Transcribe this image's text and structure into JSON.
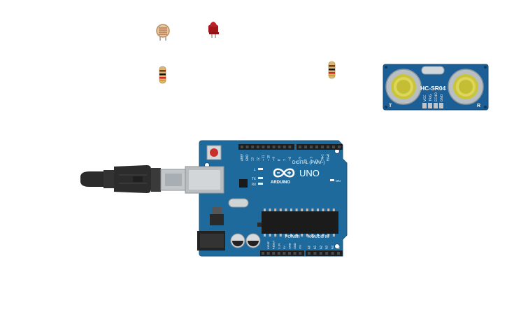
{
  "colors": {
    "wire": "#2fbf3f",
    "board": "#1f6a9c",
    "board_dark": "#17557f",
    "header": "#1e1e1e",
    "resistor": "#d9b77a",
    "led": "#b0191c",
    "sensor": "#1c5f96",
    "transducer": "#c9c43a"
  },
  "icons": {
    "usb_cable": "usb-b-cable-icon",
    "arduino_logo": "infinity-logo-icon"
  },
  "board": {
    "brand_text": "ARDUINO",
    "model_text": "UNO",
    "digital_label": "DIGITAL (PWM~)",
    "power_label": "POWER",
    "analog_label": "ANALOG IN",
    "on_label": "ON",
    "led_l_label": "L",
    "tx_label": "TX",
    "rx_label": "RX",
    "top_pins": [
      "AREF",
      "GND",
      "13",
      "12",
      "~11",
      "~10",
      "~9",
      "8",
      "7",
      "~6",
      "~5",
      "4",
      "~3",
      "2",
      "TX▸1",
      "RX◂0"
    ],
    "power_pins": [
      "IOREF",
      "RESET",
      "3.3V",
      "5V",
      "GND",
      "GND",
      "Vin"
    ],
    "analog_pins": [
      "A0",
      "A1",
      "A2",
      "A3",
      "A4",
      "A5"
    ]
  },
  "sensor": {
    "label": "HC-SR04",
    "pins": [
      "VCC",
      "TRIG",
      "ECHO",
      "GND"
    ],
    "t_label": "T",
    "r_label": "R"
  }
}
